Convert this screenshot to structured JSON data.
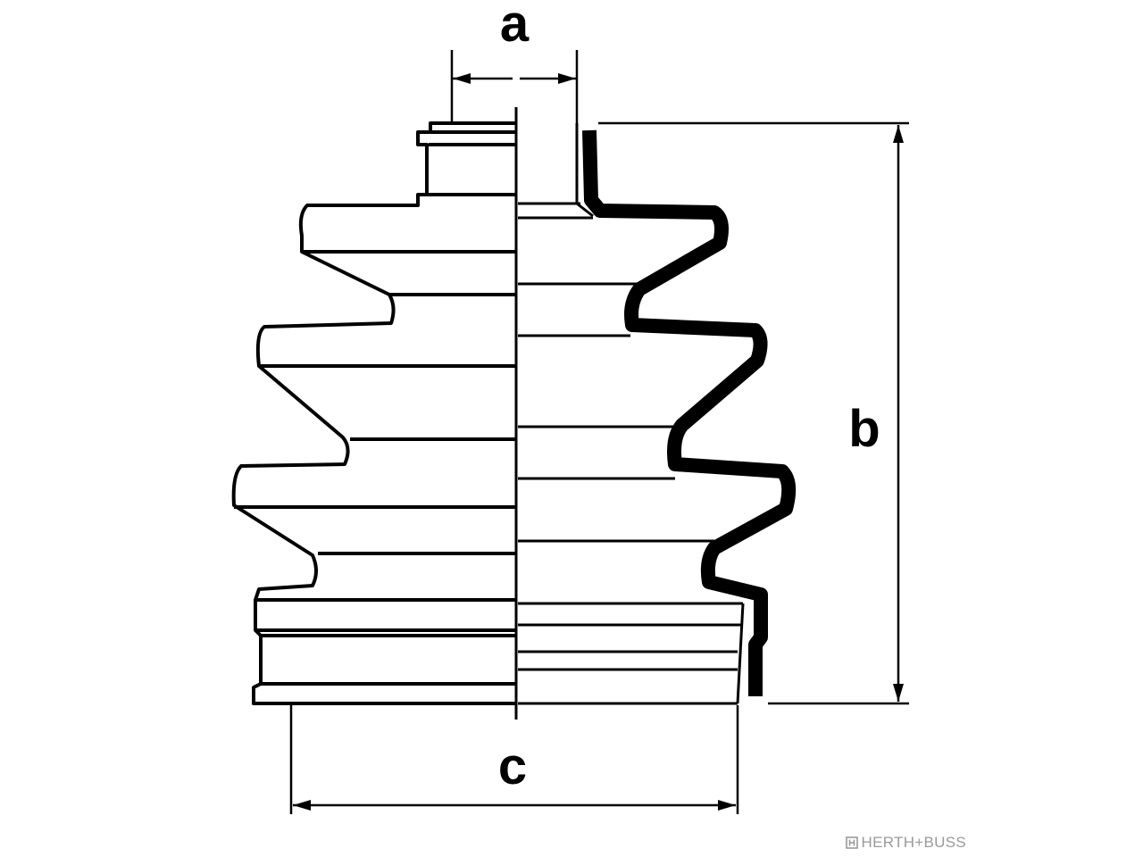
{
  "dimensions": {
    "a_label": "a",
    "b_label": "b",
    "c_label": "c"
  },
  "watermark": {
    "brand": "HERTH+BUSS",
    "logo_icon": "herth-buss-logo-icon"
  },
  "colors": {
    "line": "#000000",
    "background": "#ffffff",
    "watermark": "#9a9a9a"
  }
}
